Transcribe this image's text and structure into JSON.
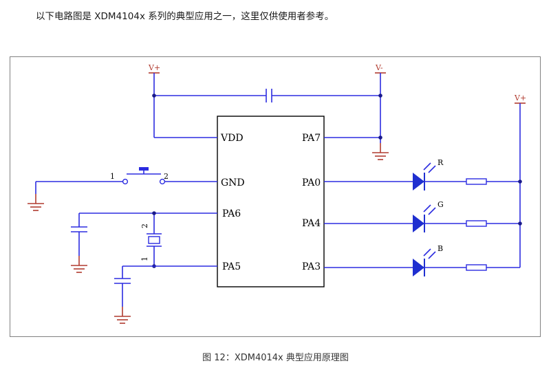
{
  "intro_text": "以下电路图是 XDM4104x 系列的典型应用之一，这里仅供使用者参考。",
  "caption": "图 12：XDM4014x 典型应用原理图",
  "power_labels": {
    "vplus_left": "V+",
    "vminus": "V-",
    "vplus_right": "V+"
  },
  "chip_pins": {
    "vdd": "VDD",
    "gnd": "GND",
    "pa6": "PA6",
    "pa5": "PA5",
    "pa7": "PA7",
    "pa0": "PA0",
    "pa4": "PA4",
    "pa3": "PA3"
  },
  "switch_pins": {
    "pin1": "1",
    "pin2": "2"
  },
  "crystal_pins": {
    "pin2": "2",
    "pin1": "1"
  },
  "led_labels": {
    "r": "R",
    "g": "G",
    "b": "B"
  },
  "colors": {
    "wire": "#2b2be0",
    "ground": "#b03a2e",
    "led": "#1f2fd0"
  }
}
